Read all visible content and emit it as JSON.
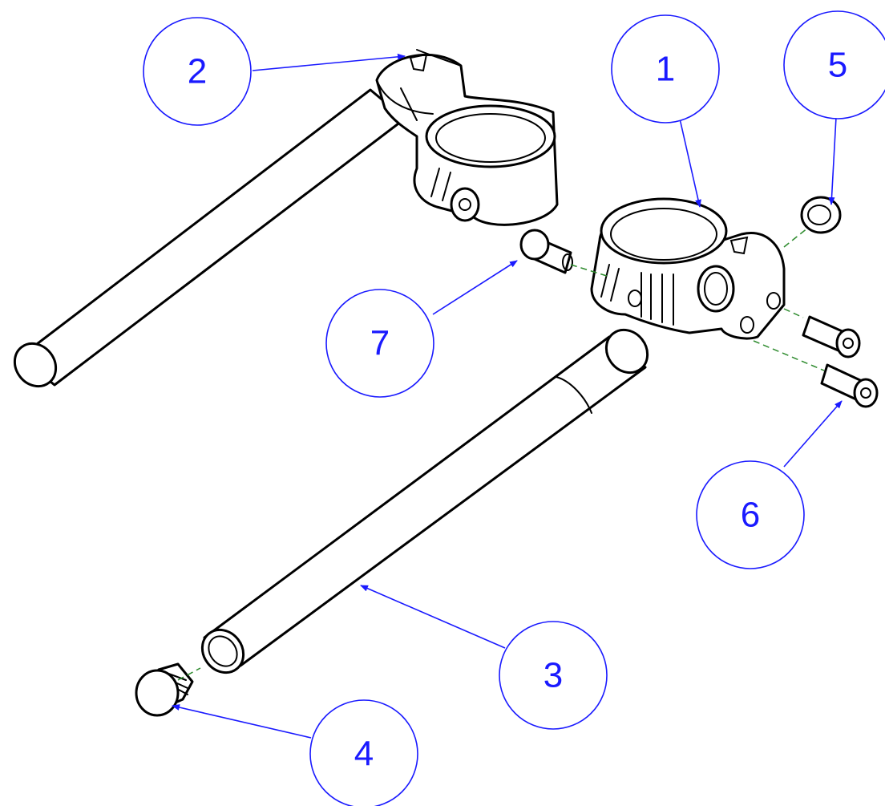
{
  "callouts": [
    {
      "id": "callout-1",
      "label": "1"
    },
    {
      "id": "callout-2",
      "label": "2"
    },
    {
      "id": "callout-3",
      "label": "3"
    },
    {
      "id": "callout-4",
      "label": "4"
    },
    {
      "id": "callout-5",
      "label": "5"
    },
    {
      "id": "callout-6",
      "label": "6"
    },
    {
      "id": "callout-7",
      "label": "7"
    }
  ],
  "colors": {
    "balloon": "#1a1aff",
    "part_outline": "#000000",
    "axis_line": "#2e8b2e"
  }
}
